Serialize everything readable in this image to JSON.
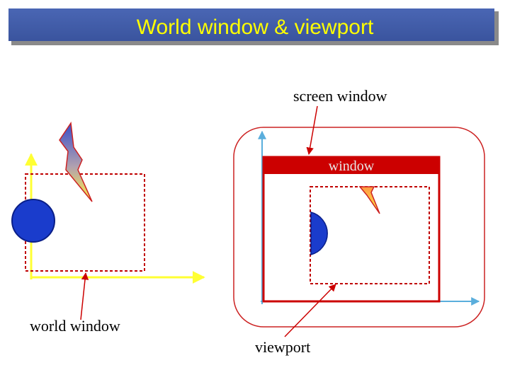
{
  "title": "World window & viewport",
  "labels": {
    "screen_window": "screen window",
    "window_bar": "window",
    "world_window": "world window",
    "viewport": "viewport"
  },
  "colors": {
    "banner_fill": "#3f5ba9",
    "banner_shadow": "#8a8a8a",
    "title_text": "#ffff00",
    "axis_yellow": "#ffff33",
    "axis_blue": "#5aaedc",
    "dashed_red": "#c00000",
    "window_red": "#cc0000",
    "circle_blue": "#1a3ccc",
    "arrow_red": "#cc0000"
  },
  "icons": [
    "lightning-bolt-icon",
    "circle-shape"
  ]
}
